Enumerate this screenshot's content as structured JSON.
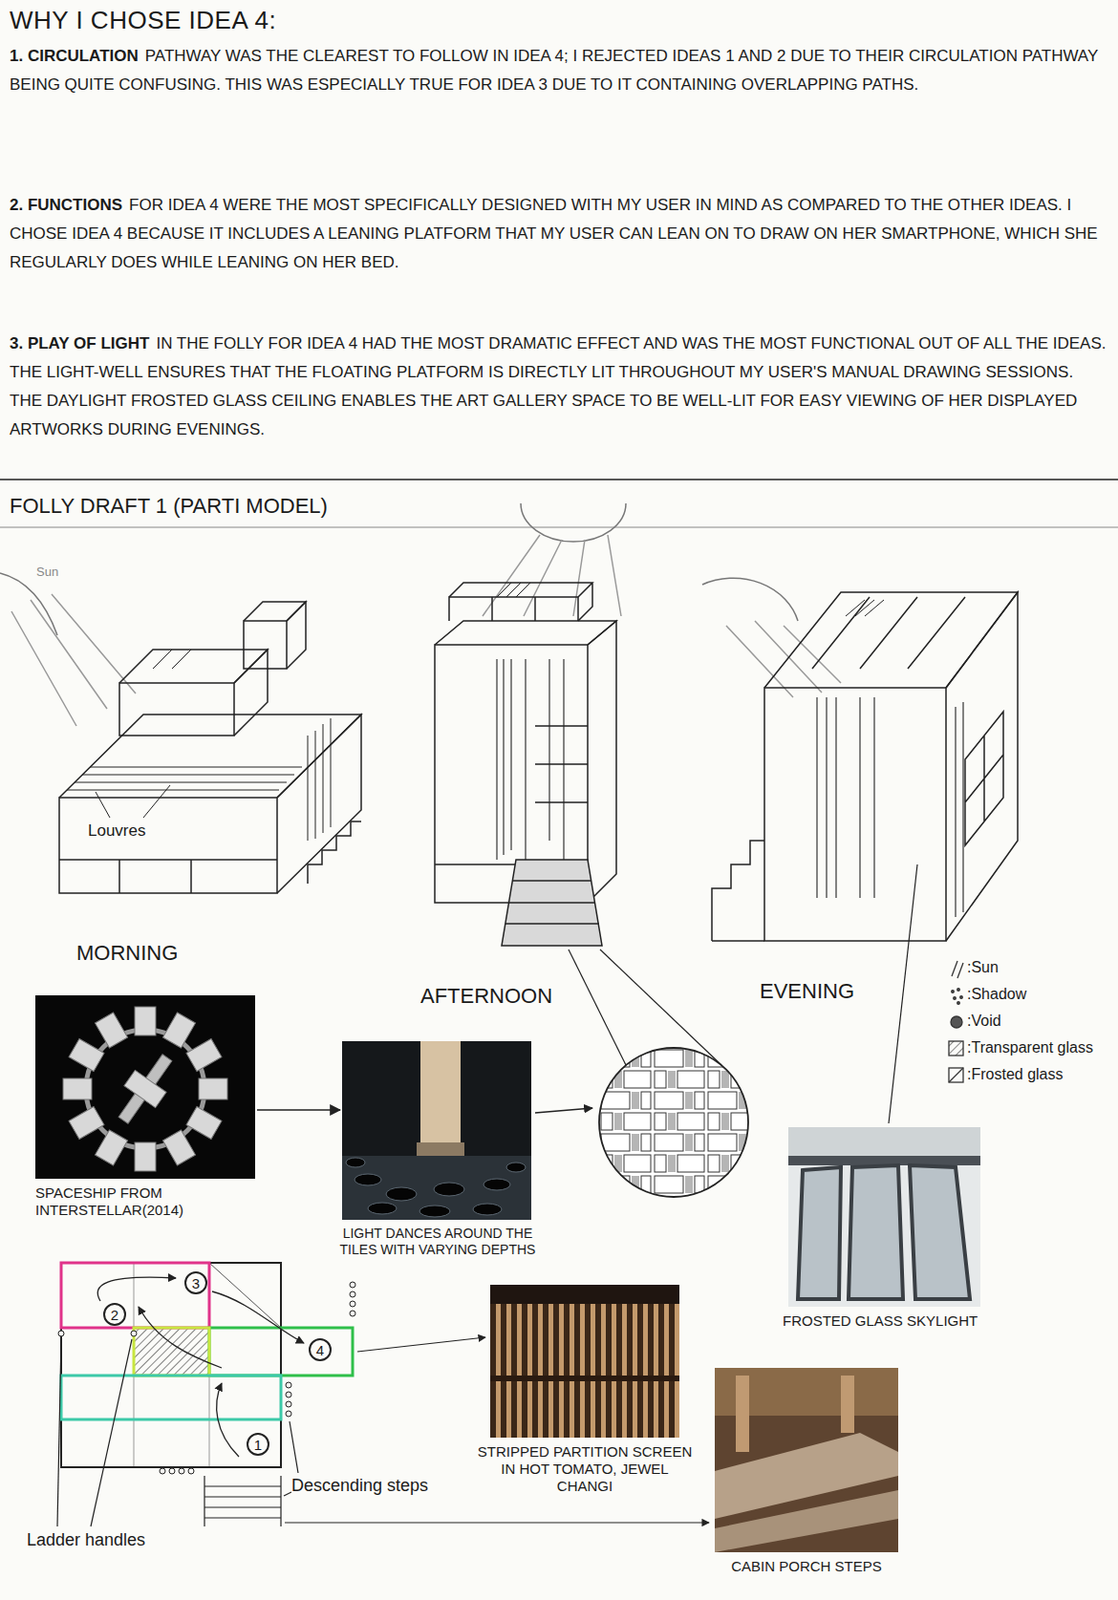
{
  "diagram": {
    "title": "WHY I CHOSE IDEA 4:",
    "nodes": [
      {
        "text": [
          "SPACESHIP FROM INTERSTELLAR(2014)"
        ]
      },
      {
        "text": [
          "LIGHT DANCES AROUND THE TILES WITH VARYING DEPTHS"
        ]
      },
      {
        "text": [
          "FROSTED GLASS SKYLIGHT"
        ]
      },
      {
        "text": [
          "3"
        ]
      },
      {
        "text": [
          "2"
        ]
      },
      {
        "text": [
          "4"
        ]
      },
      {
        "text": [
          "1"
        ]
      },
      {
        "text": [
          "STRIPPED PARTITION SCREEN IN HOT TOMATO, JEWEL CHANGI"
        ]
      },
      {
        "text": [
          "CABIN PORCH STEPS"
        ]
      }
    ],
    "edges": [
      {
        "from": 0,
        "to": 1,
        "arrow": "to"
      }
    ],
    "labels": [
      "1. CIRCULATION",
      "PATHWAY WAS THE CLEAREST TO FOLLOW IN IDEA 4; I REJECTED IDEAS 1 AND 2 DUE TO THEIR CIRCULATION PATHWAY BEING QUITE CONFUSING. THIS WAS ESPECIALLY TRUE FOR IDEA 3 DUE TO IT CONTAINING OVERLAPPING PATHS.",
      "2. FUNCTIONS",
      "FOR IDEA 4 WERE THE MOST SPECIFICALLY DESIGNED WITH MY USER IN MIND AS COMPARED TO THE OTHER IDEAS. I CHOSE IDEA 4 BECAUSE IT INCLUDES A LEANING PLATFORM THAT MY USER CAN LEAN ON TO DRAW ON HER SMARTPHONE, WHICH SHE REGULARLY DOES WHILE LEANING ON HER BED.",
      "3. PLAY OF LIGHT",
      "IN THE FOLLY FOR IDEA 4 HAD THE MOST DRAMATIC EFFECT AND WAS THE MOST FUNCTIONAL OUT OF ALL THE IDEAS. THE LIGHT-WELL ENSURES THAT THE FLOATING PLATFORM IS DIRECTLY LIT THROUGHOUT MY USER'S MANUAL DRAWING SESSIONS. THE DAYLIGHT FROSTED GLASS CEILING ENABLES THE ART GALLERY SPACE TO BE WELL-LIT FOR EASY VIEWING OF HER DISPLAYED ARTWORKS DURING EVENINGS.",
      "FOLLY DRAFT 1 (PARTI MODEL)",
      "Louvres",
      "MORNING",
      "AFTERNOON",
      "EVENING",
      "Ladder handles",
      "Descending steps",
      "Sun"
    ],
    "legend": [
      {
        "text": ":Sun"
      },
      {
        "text": ":Shadow"
      },
      {
        "text": ":Void"
      },
      {
        "text": ":Transparent glass"
      },
      {
        "text": ":Frosted glass"
      }
    ]
  }
}
